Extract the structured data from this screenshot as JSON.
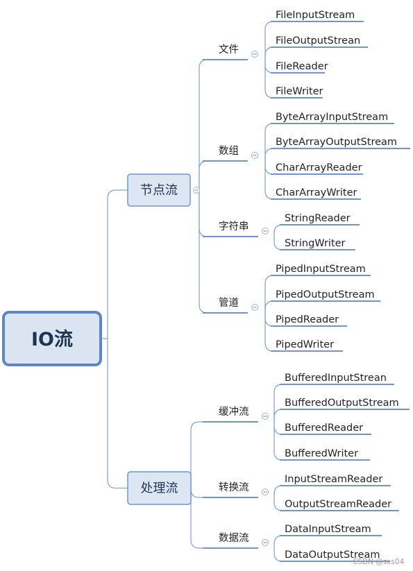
{
  "root": {
    "label": "IO流"
  },
  "branches": [
    {
      "label": "节点流",
      "groups": [
        {
          "label": "文件",
          "items": [
            "FileInputStream",
            "FileOutputStrean",
            "FileReader",
            "FileWriter"
          ]
        },
        {
          "label": "数组",
          "items": [
            "ByteArrayInputStream",
            "ByteArrayOutputStream",
            "CharArrayReader",
            "CharArrayWriter"
          ]
        },
        {
          "label": "字符串",
          "items": [
            "StringReader",
            "StringWriter"
          ]
        },
        {
          "label": "管道",
          "items": [
            "PipedInputStream",
            "PipedOutputStream",
            "PipedReader",
            "PipedWriter"
          ]
        }
      ]
    },
    {
      "label": "处理流",
      "groups": [
        {
          "label": "缓冲流",
          "items": [
            "BufferedInputStrean",
            "BufferedOutputStream",
            "BufferedReader",
            "BufferedWriter"
          ]
        },
        {
          "label": "转换流",
          "items": [
            "InputStreamReader",
            "OutputStreamReader"
          ]
        },
        {
          "label": "数据流",
          "items": [
            "DataInputStream",
            "DataOutputStream"
          ]
        }
      ]
    }
  ],
  "watermark": "CSDN @sxs04",
  "colors": {
    "line": "#7fa2d2",
    "underline": "#6f96cc",
    "box_fill": "#dde7f4",
    "root_border": "#5b87c8"
  }
}
